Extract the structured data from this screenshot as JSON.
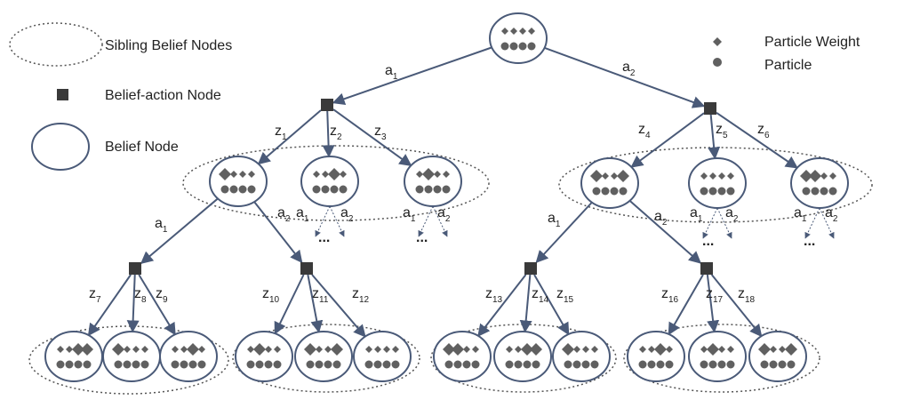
{
  "colors": {
    "node_stroke": "#4a5a78",
    "arrow": "#4a5a78",
    "particle": "#606060",
    "action_node": "#3a3a3a",
    "group_outline": "#555555"
  },
  "legend": {
    "sibling": "Sibling Belief Nodes",
    "action": "Belief-action Node",
    "belief": "Belief Node",
    "weight": "Particle Weight",
    "particle": "Particle"
  },
  "edges": {
    "root_a1": {
      "base": "a",
      "sub": "1"
    },
    "root_a2": {
      "base": "a",
      "sub": "2"
    },
    "z1": {
      "base": "z",
      "sub": "1"
    },
    "z2": {
      "base": "z",
      "sub": "2"
    },
    "z3": {
      "base": "z",
      "sub": "3"
    },
    "z4": {
      "base": "z",
      "sub": "4"
    },
    "z5": {
      "base": "z",
      "sub": "5"
    },
    "z6": {
      "base": "z",
      "sub": "6"
    },
    "l2_a1_left": {
      "base": "a",
      "sub": "1"
    },
    "l2_a2_left": {
      "base": "a",
      "sub": "2"
    },
    "l2_a1_right": {
      "base": "a",
      "sub": "1"
    },
    "l2_a2_right": {
      "base": "a",
      "sub": "2"
    },
    "z7": {
      "base": "z",
      "sub": "7"
    },
    "z8": {
      "base": "z",
      "sub": "8"
    },
    "z9": {
      "base": "z",
      "sub": "9"
    },
    "z10": {
      "base": "z",
      "sub": "10"
    },
    "z11": {
      "base": "z",
      "sub": "11"
    },
    "z12": {
      "base": "z",
      "sub": "12"
    },
    "z13": {
      "base": "z",
      "sub": "13"
    },
    "z14": {
      "base": "z",
      "sub": "14"
    },
    "z15": {
      "base": "z",
      "sub": "15"
    },
    "z16": {
      "base": "z",
      "sub": "16"
    },
    "z17": {
      "base": "z",
      "sub": "17"
    },
    "z18": {
      "base": "z",
      "sub": "18"
    },
    "small_a1": {
      "base": "a",
      "sub": "1"
    },
    "small_a2": {
      "base": "a",
      "sub": "2"
    },
    "ellipsis": "..."
  }
}
